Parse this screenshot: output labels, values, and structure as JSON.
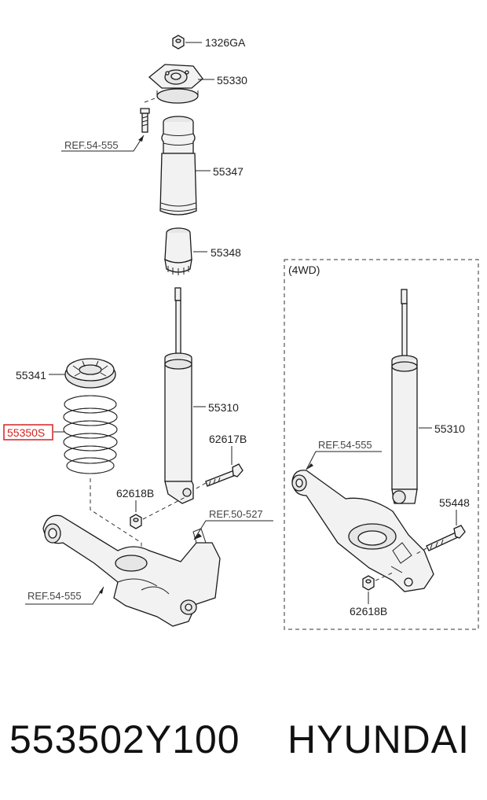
{
  "labels": {
    "nut": "1326GA",
    "mount": "55330",
    "ref_bolt": "REF.54-555",
    "dust_cover": "55347",
    "bumper": "55348",
    "spring_pad": "55341",
    "spring": "55350S",
    "shock": "55310",
    "bolt": "62617B",
    "nut_lower": "62618B",
    "ref_knuckle": "REF.50-527",
    "ref_arm": "REF.54-555"
  },
  "inset": {
    "title": "(4WD)",
    "shock": "55310",
    "ref_arm": "REF.54-555",
    "bolt": "55448",
    "nut": "62618B"
  },
  "footer": {
    "part_number": "553502Y100",
    "brand": "HYUNDAI"
  },
  "colors": {
    "highlight": "#d62020",
    "line": "#222222",
    "part_fill": "#f2f2f2"
  }
}
